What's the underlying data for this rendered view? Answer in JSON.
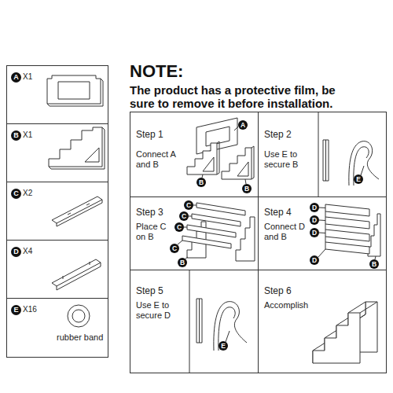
{
  "diagram": {
    "title": "NOTE:",
    "nodes": [
      {
        "text": [
          "X1"
        ]
      },
      {
        "text": [
          "A"
        ],
        "in": 0
      },
      {
        "text": [
          "X1"
        ]
      },
      {
        "text": [
          "B"
        ],
        "in": 2
      },
      {
        "text": [
          "X2"
        ]
      },
      {
        "text": [
          "C"
        ],
        "in": 4
      },
      {
        "text": [
          "X4"
        ]
      },
      {
        "text": [
          "D"
        ],
        "in": 6
      },
      {
        "text": [
          "X16",
          "rubber band"
        ]
      },
      {
        "text": [
          "E"
        ],
        "in": 8
      },
      {
        "text": [
          "Step 1",
          "Connect A and B"
        ]
      },
      {
        "text": [
          "A"
        ],
        "in": 10
      },
      {
        "text": [
          "B"
        ],
        "in": 10
      },
      {
        "text": [
          "B"
        ],
        "in": 10
      },
      {
        "text": [
          "Step 2",
          "Use E to secure B"
        ]
      },
      {
        "text": [
          "E"
        ],
        "in": 14
      },
      {
        "text": [
          "Step 3",
          "Place C on B"
        ]
      },
      {
        "text": [
          "C"
        ],
        "in": 16
      },
      {
        "text": [
          "C"
        ],
        "in": 16
      },
      {
        "text": [
          "C"
        ],
        "in": 16
      },
      {
        "text": [
          "C"
        ],
        "in": 16
      },
      {
        "text": [
          "B"
        ],
        "in": 16
      },
      {
        "text": [
          "Step 4",
          "Connect D and B"
        ]
      },
      {
        "text": [
          "D"
        ],
        "in": 22
      },
      {
        "text": [
          "D"
        ],
        "in": 22
      },
      {
        "text": [
          "D"
        ],
        "in": 22
      },
      {
        "text": [
          "D"
        ],
        "in": 22
      },
      {
        "text": [
          "B"
        ],
        "in": 22
      },
      {
        "text": [
          "Step 5",
          "Use E to secure D"
        ]
      },
      {
        "text": [
          "E"
        ],
        "in": 28
      },
      {
        "text": [
          "Step 6",
          "Accomplish"
        ]
      }
    ],
    "labels": [
      "The product has a protective film, be sure to remove it before installation."
    ]
  }
}
